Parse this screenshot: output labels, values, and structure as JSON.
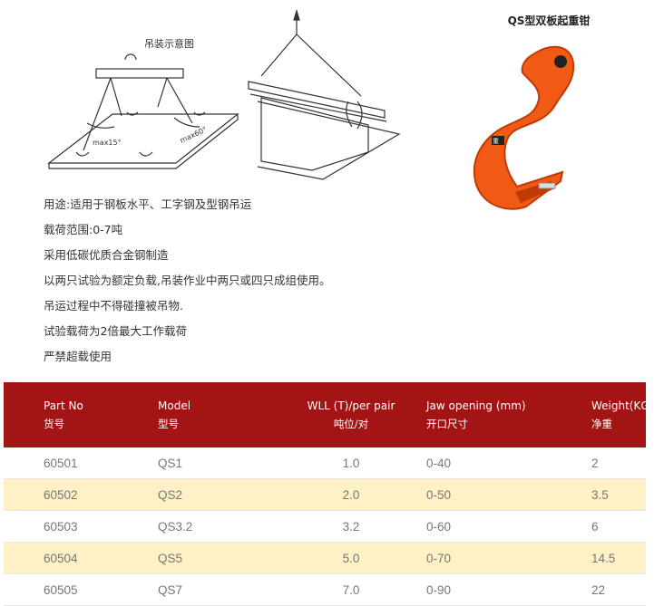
{
  "diagram": {
    "label": "吊装示意图",
    "angle_a": "max15°",
    "angle_b": "max60°"
  },
  "product": {
    "title": "QS型双板起重钳",
    "brand_mark": "重",
    "colors": {
      "body": "#f05a14",
      "dark": "#c03a06"
    }
  },
  "specs": [
    "用途:适用于钢板水平、工字钢及型钢吊运",
    "载荷范围:0-7吨",
    "采用低碳优质合金钢制造",
    "以两只试验为额定负载,吊装作业中两只或四只成组使用。",
    "吊运过程中不得碰撞被吊物.",
    "试验载荷为2倍最大工作载荷",
    "严禁超载使用"
  ],
  "table": {
    "header_color": "#a31515",
    "alt_row_color": "#fdf1c5",
    "columns": [
      {
        "en": "Part No",
        "cn": "货号"
      },
      {
        "en": "Model",
        "cn": "型号"
      },
      {
        "en": "WLL (T)/per pair",
        "cn": "吨位/对"
      },
      {
        "en": "Jaw opening (mm)",
        "cn": "开口尺寸"
      },
      {
        "en": "Weight(KG)",
        "cn": "净重"
      }
    ],
    "rows": [
      [
        "60501",
        "QS1",
        "1.0",
        "0-40",
        "2"
      ],
      [
        "60502",
        "QS2",
        "2.0",
        "0-50",
        "3.5"
      ],
      [
        "60503",
        "QS3.2",
        "3.2",
        "0-60",
        "6"
      ],
      [
        "60504",
        "QS5",
        "5.0",
        "0-70",
        "14.5"
      ],
      [
        "60505",
        "QS7",
        "7.0",
        "0-90",
        "22"
      ]
    ]
  }
}
